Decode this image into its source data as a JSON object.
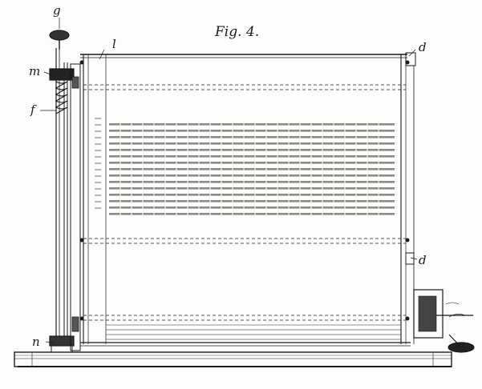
{
  "figure": {
    "title": "Fig. 4.",
    "labels": {
      "g": "g",
      "l": "l",
      "m": "m",
      "f": "f",
      "n": "n",
      "d_top": "d",
      "d_mid": "d"
    }
  }
}
